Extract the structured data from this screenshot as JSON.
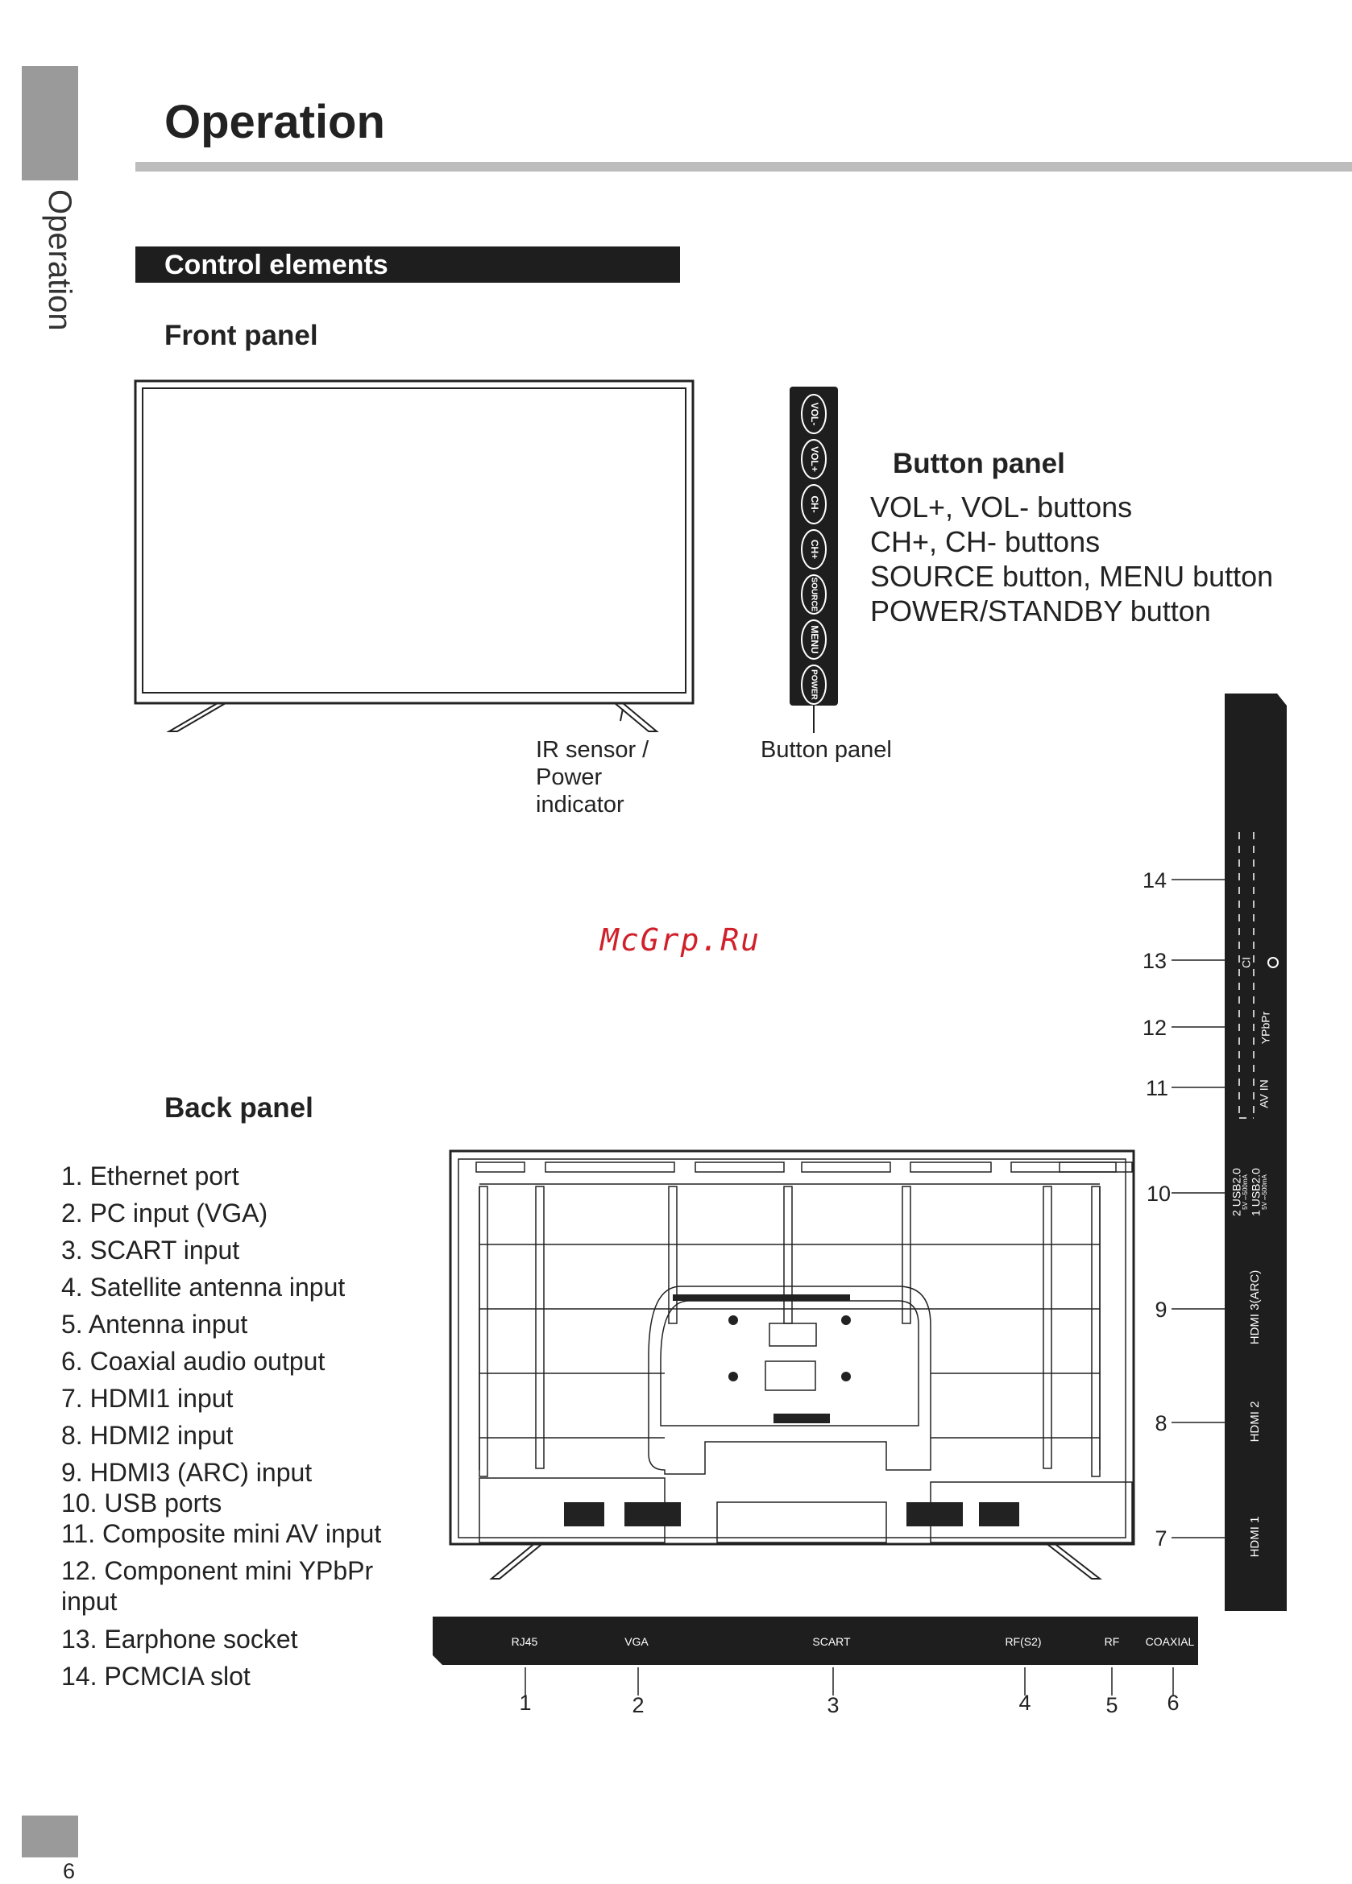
{
  "side_label": "Operation",
  "title": "Operation",
  "section": "Control elements",
  "front_panel": {
    "heading": "Front panel",
    "ir_label": [
      "IR sensor /",
      "Power",
      "indicator"
    ],
    "button_panel_caption": "Button panel",
    "buttons": [
      "VOL-",
      "VOL+",
      "CH-",
      "CH+",
      "SOURCE",
      "MENU",
      "POWER"
    ]
  },
  "button_panel": {
    "heading": "Button panel",
    "lines": [
      "VOL+, VOL- buttons",
      "CH+, CH- buttons",
      "SOURCE button, MENU button",
      "POWER/STANDBY button"
    ]
  },
  "watermark": "McGrp.Ru",
  "back_panel": {
    "heading": "Back panel",
    "items": [
      "1. Ethernet port",
      "2. PC input (VGA)",
      "3. SCART input",
      "4. Satellite antenna input",
      "5. Antenna input",
      "6. Coaxial audio output",
      "7. HDMI1 input",
      "8. HDMI2 input",
      "9. HDMI3 (ARC) input",
      "10. USB ports",
      "11. Composite mini AV input",
      "12. Component mini YPbPr",
      "input",
      "13. Earphone socket",
      "14. PCMCIA slot"
    ]
  },
  "bottom_ports": [
    "RJ45",
    "VGA",
    "SCART",
    "RF(S2)",
    "RF",
    "COAXIAL"
  ],
  "bottom_numbers": [
    "1",
    "2",
    "3",
    "4",
    "5",
    "6"
  ],
  "side_ports": {
    "hdmi1": "HDMI 1",
    "hdmi2": "HDMI 2",
    "hdmi3": "HDMI 3(ARC)",
    "usb2": "2 USB2.0",
    "usb2_spec": "5V ⎓500mA",
    "usb1": "1 USB2.0",
    "usb1_spec": "5V ⎓500mA",
    "av": "AV IN",
    "ypbpr": "YPbPr",
    "ci": "CI"
  },
  "side_numbers": [
    "14",
    "13",
    "12",
    "11",
    "10",
    "9",
    "8",
    "7"
  ],
  "page_number": "6"
}
